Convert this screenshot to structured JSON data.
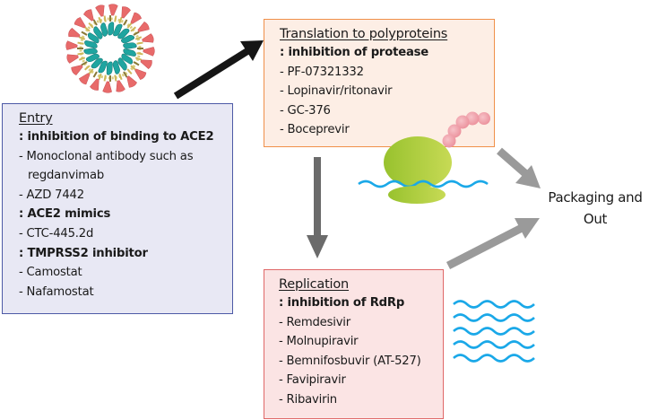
{
  "entry": {
    "title": "Entry",
    "lines": [
      {
        "text": ": inhibition of binding to ACE2",
        "bold": true
      },
      {
        "text": "- Monoclonal antibody such as",
        "bold": false
      },
      {
        "text": "regdanvimab",
        "bold": false,
        "continuation": true
      },
      {
        "text": "- AZD 7442",
        "bold": false
      },
      {
        "text": ": ACE2 mimics",
        "bold": true
      },
      {
        "text": "- CTC-445.2d",
        "bold": false
      },
      {
        "text": ": TMPRSS2 inhibitor",
        "bold": true
      },
      {
        "text": "- Camostat",
        "bold": false
      },
      {
        "text": "- Nafamostat",
        "bold": false
      }
    ]
  },
  "translation": {
    "title": "Translation to polyproteins",
    "lines": [
      {
        "text": ": inhibition of protease",
        "bold": true
      },
      {
        "text": "- PF-07321332",
        "bold": false
      },
      {
        "text": "- Lopinavir/ritonavir",
        "bold": false
      },
      {
        "text": "- GC-376",
        "bold": false
      },
      {
        "text": "- Boceprevir",
        "bold": false
      }
    ]
  },
  "replication": {
    "title": "Replication",
    "lines": [
      {
        "text": ": inhibition of RdRp",
        "bold": true
      },
      {
        "text": "- Remdesivir",
        "bold": false
      },
      {
        "text": "- Molnupiravir",
        "bold": false
      },
      {
        "text": "- Bemnifosbuvir (AT-527)",
        "bold": false
      },
      {
        "text": "- Favipiravir",
        "bold": false
      },
      {
        "text": "- Ribavirin",
        "bold": false
      }
    ]
  },
  "packaging": {
    "line1": "Packaging and",
    "line2": "Out"
  },
  "icons": {
    "virus": "coronavirus-icon",
    "ribosome": "ribosome-icon",
    "rna_strands": "rna-strands-icon"
  },
  "colors": {
    "entry_border": "#4d5aa6",
    "entry_fill": "#e8e8f4",
    "translation_border": "#f0904a",
    "translation_fill": "#fdeee5",
    "replication_border": "#e06868",
    "replication_fill": "#fbe4e4",
    "arrow_black": "#151515",
    "arrow_gray": "#9a9a9a",
    "arrow_dark_gray": "#6b6b6b",
    "spike": "#e86a6a",
    "nucleocapsid": "#1fa5a0",
    "ribosome_green": "#a6c93a",
    "polypeptide_pink": "#f09aa6",
    "rna_blue": "#1aa8e8"
  }
}
